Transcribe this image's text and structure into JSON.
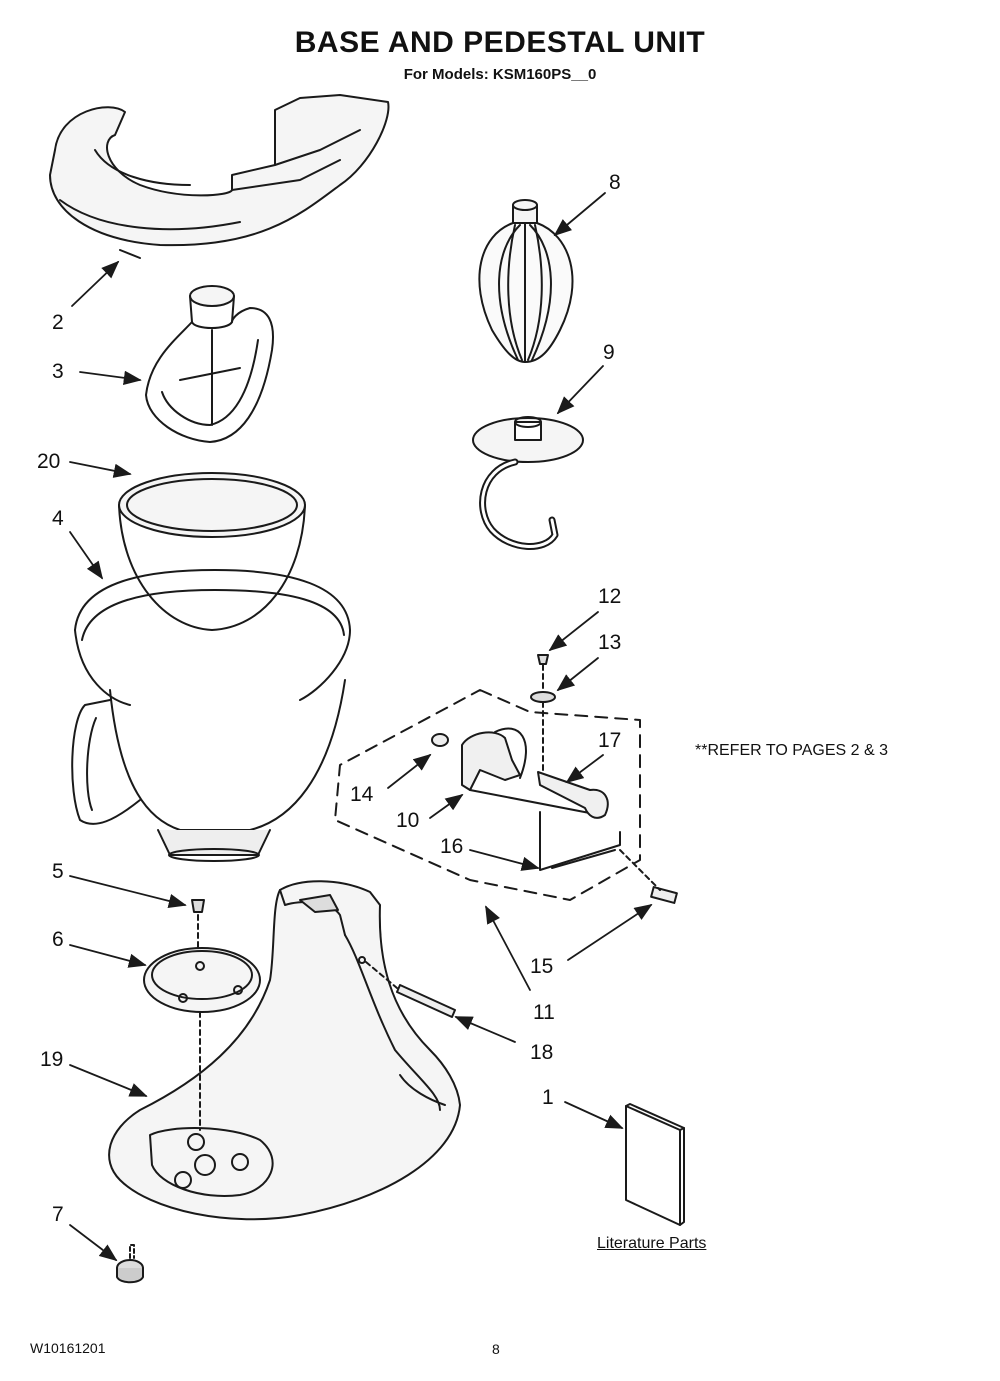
{
  "title": "BASE AND PEDESTAL UNIT",
  "subtitle": "For Models: KSM160PS__0",
  "note": "**REFER TO PAGES 2 & 3",
  "literature_label": "Literature Parts",
  "footer": {
    "doc_number": "W10161201",
    "page": "8"
  },
  "callouts": [
    "2",
    "3",
    "20",
    "4",
    "8",
    "9",
    "12",
    "13",
    "17",
    "14",
    "10",
    "16",
    "15",
    "11",
    "18",
    "5",
    "6",
    "19",
    "1",
    "7"
  ]
}
